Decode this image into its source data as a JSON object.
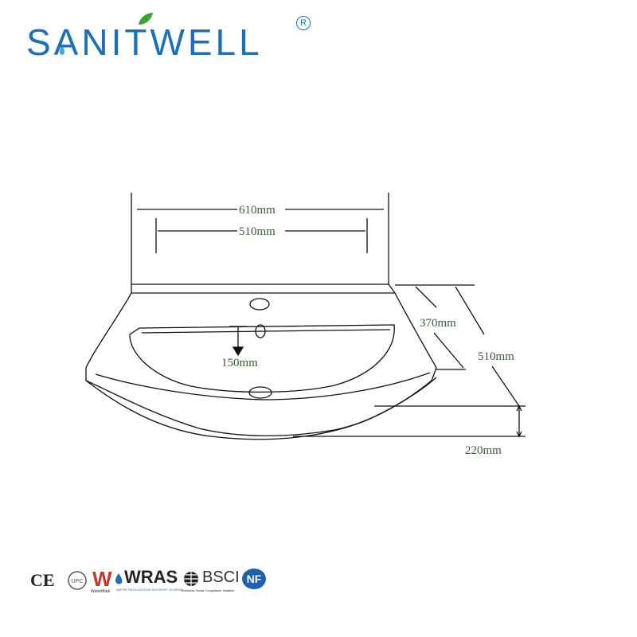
{
  "brand": {
    "name": "SANITWELL",
    "registered_mark": "R",
    "color": "#1e6fb9",
    "leaf_color": "#3aa535"
  },
  "dimensions": {
    "overall_width": "610mm",
    "basin_width": "510mm",
    "bowl_depth": "370mm",
    "overall_depth": "510mm",
    "bowl_depth_down": "150mm",
    "height": "220mm"
  },
  "certifications": {
    "ce": "CE",
    "watermark": "W",
    "watermark_sub": "WaterMark",
    "wras": "WRAS",
    "wras_sub": "WATER REGULATIONS ADVISORY SCHEME",
    "bsci": "BSCI",
    "bsci_sub": "Business Social Compliance Initiative",
    "nf": "NF",
    "icons": [
      "ce-mark-icon",
      "upc-icon",
      "watermark-icon",
      "wras-icon",
      "bsci-globe-icon",
      "nf-icon"
    ]
  }
}
